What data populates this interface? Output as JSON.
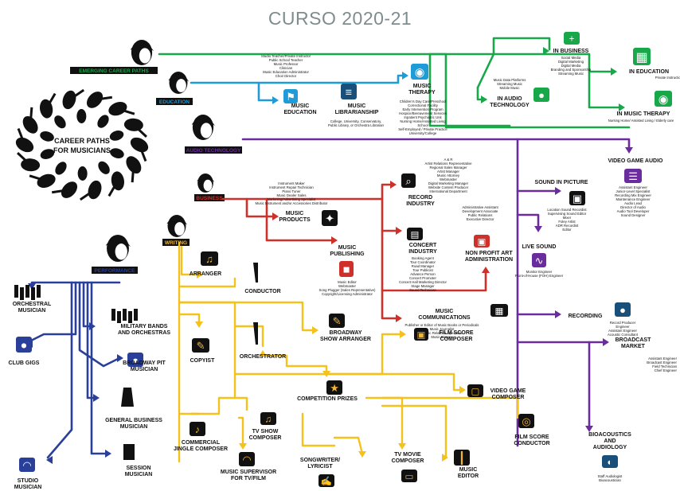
{
  "title": "CURSO 2020-21",
  "center": {
    "line1": "CAREER PATHS",
    "line2": "FOR MUSICIANS"
  },
  "colors": {
    "green": "#18a84a",
    "blue": "#1f9bd7",
    "purple": "#6b2d9e",
    "red": "#d0302a",
    "yellow": "#f4c21b",
    "navy": "#2a3f9a",
    "gold": "#f2b632"
  },
  "categories": [
    {
      "id": "emerging",
      "label": "EMERGING CAREER PATHS",
      "color": "#1fa34a"
    },
    {
      "id": "education",
      "label": "EDUCATION",
      "color": "#1f9bd7"
    },
    {
      "id": "audio",
      "label": "AUDIO TECHNOLOGY",
      "color": "#6b2d9e"
    },
    {
      "id": "business",
      "label": "BUSINESS",
      "color": "#d0302a"
    },
    {
      "id": "writing",
      "label": "WRITING",
      "color": "#f2b632"
    },
    {
      "id": "performance",
      "label": "PERFORMANCE",
      "color": "#2a3f9a"
    }
  ],
  "nodes": [
    {
      "id": "music_education",
      "lines": [
        "MUSIC",
        "EDUCATION"
      ],
      "icon": "graduate-icon"
    },
    {
      "id": "music_librarianship",
      "lines": [
        "MUSIC",
        "LIBRARIANSHIP"
      ],
      "icon": "books-icon"
    },
    {
      "id": "music_therapy",
      "lines": [
        "MUSIC",
        "THERAPY"
      ],
      "icon": "camera-icon"
    },
    {
      "id": "in_audio_technology",
      "lines": [
        "IN AUDIO",
        "TECHNOLOGY"
      ],
      "icon": "speaker-icon"
    },
    {
      "id": "in_business",
      "lines": [
        "IN BUSINESS"
      ],
      "icon": "plus-icon"
    },
    {
      "id": "in_education",
      "lines": [
        "IN EDUCATION"
      ],
      "icon": "building-icon"
    },
    {
      "id": "in_music_therapy",
      "lines": [
        "IN MUSIC THERAPY"
      ],
      "icon": "camera-icon"
    },
    {
      "id": "video_game_audio",
      "lines": [
        "VIDEO GAME AUDIO"
      ],
      "icon": "gamepad-icon"
    },
    {
      "id": "sound_in_picture",
      "lines": [
        "SOUND IN PICTURE"
      ],
      "icon": "clapper-icon"
    },
    {
      "id": "live_sound",
      "lines": [
        "LIVE SOUND"
      ],
      "icon": "sound-wave-icon"
    },
    {
      "id": "recording",
      "lines": [
        "RECORDING"
      ],
      "icon": "microphone-icon"
    },
    {
      "id": "broadcast_market",
      "lines": [
        "BROADCAST",
        "MARKET"
      ],
      "icon": "broadcast-icon"
    },
    {
      "id": "bioacoustics",
      "lines": [
        "BIOACOUSTICS",
        "AND",
        "AUDIOLOGY"
      ],
      "icon": "ear-icon"
    },
    {
      "id": "record_industry",
      "lines": [
        "RECORD",
        "INDUSTRY"
      ],
      "icon": "search-icon"
    },
    {
      "id": "music_products",
      "lines": [
        "MUSIC",
        "PRODUCTS"
      ],
      "icon": "handshake-icon"
    },
    {
      "id": "concert_industry",
      "lines": [
        "CONCERT",
        "INDUSTRY"
      ],
      "icon": "stage-icon"
    },
    {
      "id": "music_publishing",
      "lines": [
        "MUSIC",
        "PUBLISHING"
      ],
      "icon": "book-icon"
    },
    {
      "id": "non_profit",
      "lines": [
        "NON PROFIT ART",
        "ADMINISTRATION"
      ],
      "icon": "briefcase-icon"
    },
    {
      "id": "music_communications",
      "lines": [
        "MUSIC",
        "COMMUNICATIONS"
      ],
      "icon": "radio-icon"
    },
    {
      "id": "arranger",
      "lines": [
        "ARRANGER"
      ],
      "icon": "score-icon"
    },
    {
      "id": "conductor",
      "lines": [
        "CONDUCTOR"
      ],
      "icon": "conductor-icon"
    },
    {
      "id": "copyist",
      "lines": [
        "COPYIST"
      ],
      "icon": "pencil-icon"
    },
    {
      "id": "orchestrator",
      "lines": [
        "ORCHESTRATOR"
      ],
      "icon": "orchestrator-icon"
    },
    {
      "id": "broadway_arranger",
      "lines": [
        "BROADWAY",
        "SHOW ARRANGER"
      ],
      "icon": "pen-icon"
    },
    {
      "id": "film_score_composer",
      "lines": [
        "FILM SCORE",
        "COMPOSER"
      ],
      "icon": "clapper-icon"
    },
    {
      "id": "video_game_composer",
      "lines": [
        "VIDEO GAME",
        "COMPOSER"
      ],
      "icon": "monitor-icon"
    },
    {
      "id": "competition_prizes",
      "lines": [
        "COMPETITION PRIZES"
      ],
      "icon": "trophy-icon"
    },
    {
      "id": "film_score_conductor",
      "lines": [
        "FILM SCORE",
        "CONDUCTOR"
      ],
      "icon": "projector-icon"
    },
    {
      "id": "commercial_jingle",
      "lines": [
        "COMMERCIAL",
        "JINGLE COMPOSER"
      ],
      "icon": "note-icon"
    },
    {
      "id": "tv_show_composer",
      "lines": [
        "TV SHOW",
        "COMPOSER"
      ],
      "icon": "tv-note-icon"
    },
    {
      "id": "tv_movie_composer",
      "lines": [
        "TV MOVIE",
        "COMPOSER"
      ],
      "icon": "tv-icon"
    },
    {
      "id": "music_editor",
      "lines": [
        "MUSIC",
        "EDITOR"
      ],
      "icon": "equalizer-icon"
    },
    {
      "id": "songwriter",
      "lines": [
        "SONGWRITER/",
        "LYRICIST"
      ],
      "icon": "quill-icon"
    },
    {
      "id": "music_supervisor",
      "lines": [
        "MUSIC SUPERVISOR",
        "FOR TV/FILM"
      ],
      "icon": "headphones-icon"
    },
    {
      "id": "orchestral_musician",
      "lines": [
        "ORCHESTRAL",
        "MUSICIAN"
      ],
      "icon": "orchestra-icon"
    },
    {
      "id": "club_gigs",
      "lines": [
        "CLUB GIGS"
      ],
      "icon": "mic-icon"
    },
    {
      "id": "military_bands",
      "lines": [
        "MILITARY BANDS",
        "AND ORCHESTRAS"
      ],
      "icon": "band-icon"
    },
    {
      "id": "broadway_pit",
      "lines": [
        "BROADWAY PIT",
        "MUSICIAN"
      ],
      "icon": "mic-icon"
    },
    {
      "id": "general_business",
      "lines": [
        "GENERAL BUSINESS",
        "MUSICIAN"
      ],
      "icon": "guitarist-icon"
    },
    {
      "id": "session_musician",
      "lines": [
        "SESSION",
        "MUSICIAN"
      ],
      "icon": "keyboardist-icon"
    },
    {
      "id": "studio_musician",
      "lines": [
        "STUDIO",
        "MUSICIAN"
      ],
      "icon": "headphones-icon"
    }
  ],
  "details": {
    "teacher_list": [
      "Studio Teacher/Private Instructor",
      "Public School Teacher",
      "Music Professor",
      "Clinician",
      "Music Education Administrator",
      "Choir Director"
    ],
    "librarian_list": [
      "College, University, Conservatory,",
      "Public Library, or Orchestra Librarian"
    ],
    "therapy_list": [
      "Children's Day Care/Preschool",
      "Correctional Facility",
      "Early Intervention Program",
      "Hospice/Bereavement Services",
      "Inpatient Psychiatric Unit",
      "Nursing Home/Assisted Living",
      "School",
      "Self-Employed / Private Practice",
      "University/College"
    ],
    "audio_tech_list": [
      "Music Data Platforms",
      "Streaming Music",
      "Mobile Music"
    ],
    "in_business_list": [
      "Social Media",
      "Digital Marketing",
      "Digital Media",
      "Branding and Sponsorship",
      "Streaming Music"
    ],
    "in_education_list": [
      "Private Instruction"
    ],
    "in_therapy_list": [
      "Nursing Home/ Assisted Living / Elderly care"
    ],
    "video_game_list": [
      "Assistant Engineer",
      "Junior-Level Specialist",
      "Recording Mix Engineer",
      "Maintenance Engineer",
      "Audio Lead",
      "Director of Audio",
      "Audio Tool Developer",
      "Sound Designer"
    ],
    "sound_picture_list": [
      "Location Sound Recordist",
      "Supervising Sound Editor",
      "Mixer",
      "Foley Artist",
      "ADR Recordist",
      "Editor"
    ],
    "live_sound_list": [
      "Monitor Engineer",
      "Front-of-House (FOH) Engineer"
    ],
    "recording_list": [
      "Record Producer",
      "Engineer",
      "Assistant Engineer",
      "Acoustic Consultant"
    ],
    "broadcast_list": [
      "Assistant Engineer",
      "Broadcast Engineer",
      "Field Technician",
      "Chief Engineer"
    ],
    "bio_list": [
      "Staff Audiologist",
      "Bioacoustician"
    ],
    "record_list": [
      "A & R",
      "Artist Relations Representative",
      "Regional Sales Manager",
      "Artist Manager",
      "Music Attorney",
      "Webmaster",
      "Digital Marketing Manager",
      "Website Content Producer",
      "International Department"
    ],
    "products_list": [
      "Instrument Maker",
      "Instrument Repair Technician",
      "Piano Tuner",
      "Music Dealer Sales",
      "Marketing/Advertising Specialist",
      "Music Instrument and/or Accessories Distributor"
    ],
    "concert_list": [
      "Booking Agent",
      "Tour Coordinator",
      "Road Manager",
      "Tour Publicist",
      "Advance Person",
      "Concert Promoter",
      "Concert Hall Marketing Director",
      "Stage Manager",
      "Sound Technician"
    ],
    "publishing_list": [
      "Music Editor",
      "Webmaster",
      "Song Plugger (Sales Representative)",
      "Copyright/Licensing Administrator"
    ],
    "nonprofit_list": [
      "Administrative Assistant",
      "Development Associate",
      "Public Relations",
      "Executive Director"
    ],
    "comms_list": [
      "Publisher or Editor of Music Books or Periodicals",
      "Music Journalist",
      "Public Relations Specialist",
      "Music Blogger"
    ]
  }
}
